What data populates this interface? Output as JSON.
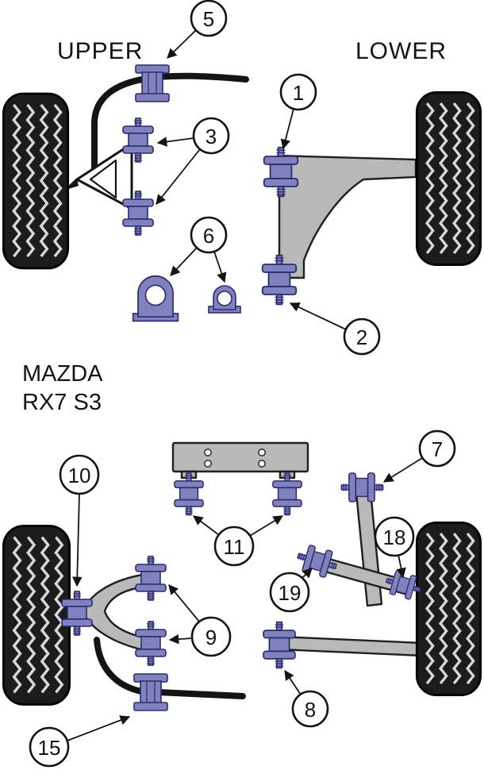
{
  "labels": {
    "upper": "UPPER",
    "lower": "LOWER"
  },
  "model": {
    "line1": "MAZDA",
    "line2": "RX7 S3"
  },
  "colors": {
    "bushing_fill": "#8181c0",
    "bushing_stroke": "#2b2b6e",
    "arm_fill": "#b9b9b9",
    "arm_stroke": "#1f1f1f",
    "line_color": "#141414",
    "tire_fill": "#1c1c1c",
    "tread_color": "#d8d8d8"
  },
  "callouts": [
    {
      "number": "5"
    },
    {
      "number": "3"
    },
    {
      "number": "1"
    },
    {
      "number": "6"
    },
    {
      "number": "2"
    },
    {
      "number": "10"
    },
    {
      "number": "11"
    },
    {
      "number": "7"
    },
    {
      "number": "18"
    },
    {
      "number": "19"
    },
    {
      "number": "9"
    },
    {
      "number": "8"
    },
    {
      "number": "15"
    }
  ]
}
